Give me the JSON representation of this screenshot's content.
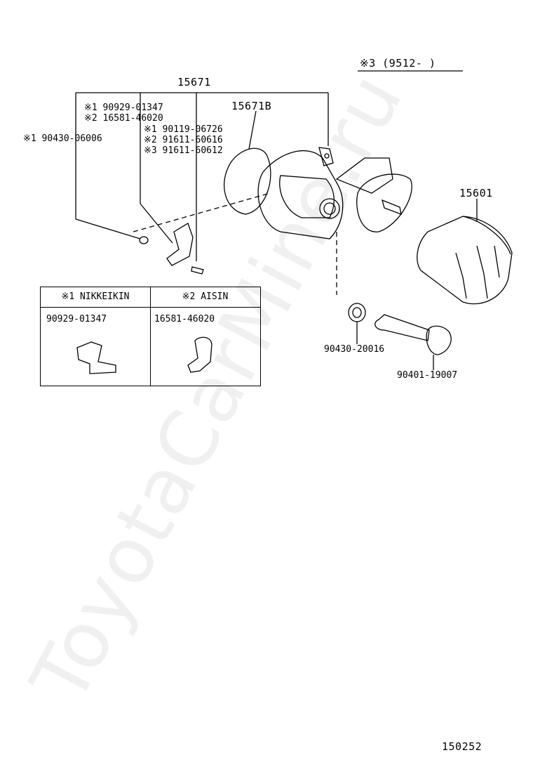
{
  "watermark": "ToyotaCarMine.ru",
  "labels": {
    "note3": "※3 (9512-      )",
    "p15671": "15671",
    "p15671b": "15671B",
    "p15601": "15601",
    "n1_909": "※1 90929-01347",
    "n2_165": "※2 16581-46020",
    "n1_904": "※1 90430-06006",
    "n1_901": "※1 90119-06726",
    "n2_916": "※2 91611-60616",
    "n3_916": "※3 91611-60612",
    "p90430_20016": "90430-20016",
    "p90401_19007": "90401-19007",
    "diagram_no": "150252"
  },
  "legend": {
    "col1_header": "※1 NIKKEIKIN",
    "col2_header": "※2  AISIN",
    "col1_part": "90929-01347",
    "col2_part": "16581-46020"
  }
}
